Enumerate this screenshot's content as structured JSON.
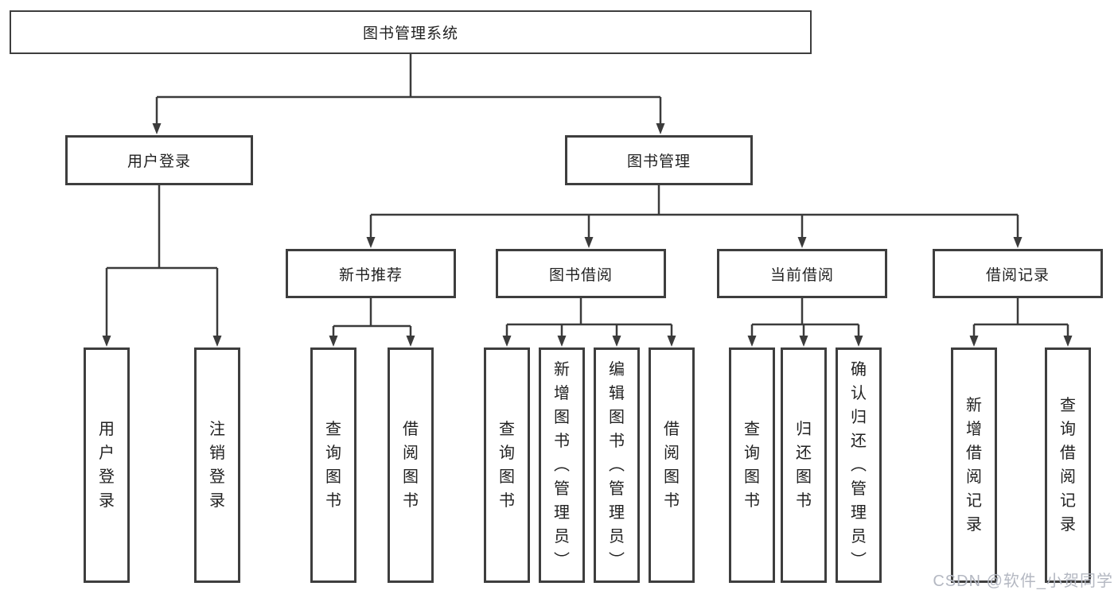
{
  "tree": {
    "root": {
      "label": "图书管理系统"
    },
    "level2": [
      {
        "label": "用户登录",
        "children": [
          {
            "label": "用户登录"
          },
          {
            "label": "注销登录"
          }
        ]
      },
      {
        "label": "图书管理",
        "groups": [
          {
            "label": "新书推荐",
            "children": [
              {
                "label": "查询图书"
              },
              {
                "label": "借阅图书"
              }
            ]
          },
          {
            "label": "图书借阅",
            "children": [
              {
                "label": "查询图书"
              },
              {
                "label": "新增图书（管理员）"
              },
              {
                "label": "编辑图书（管理员）"
              },
              {
                "label": "借阅图书"
              }
            ]
          },
          {
            "label": "当前借阅",
            "children": [
              {
                "label": "查询图书"
              },
              {
                "label": "归还图书"
              },
              {
                "label": "确认归还（管理员）"
              }
            ]
          },
          {
            "label": "借阅记录",
            "children": [
              {
                "label": "新增借阅记录"
              },
              {
                "label": "查询借阅记录"
              }
            ]
          }
        ]
      }
    ]
  },
  "watermark": {
    "text": "CSDN @软件_小贺同学"
  },
  "colors": {
    "line": "#3b3b3b",
    "box_border": "#3e3e3e",
    "text": "#222222",
    "watermark": "#b4b8c2",
    "background": "#ffffff"
  }
}
